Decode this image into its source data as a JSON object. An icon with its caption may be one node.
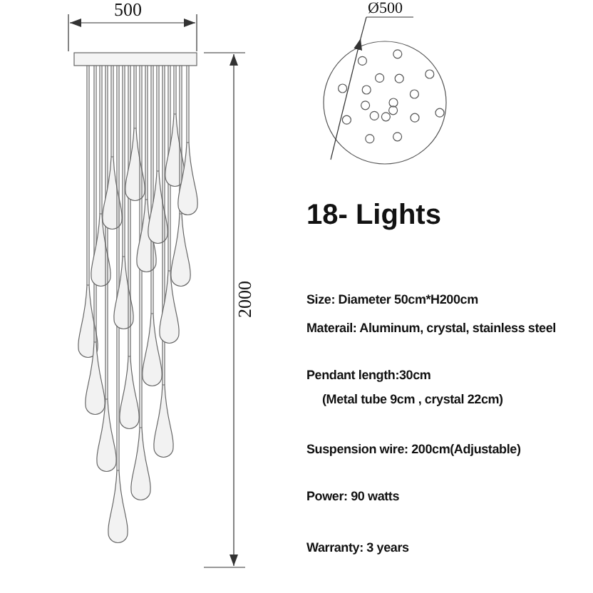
{
  "diagram": {
    "title": "18- Lights",
    "labels": [
      "500",
      "Ø500",
      "2000",
      "Size: Diameter 50cm*H200cm",
      "Materail: Aluminum, crystal, stainless steel",
      "Pendant length:30cm",
      "(Metal tube 9cm , crystal 22cm)",
      "Suspension wire: 200cm(Adjustable)",
      "Power: 90 watts",
      "Warranty: 3 years"
    ]
  }
}
